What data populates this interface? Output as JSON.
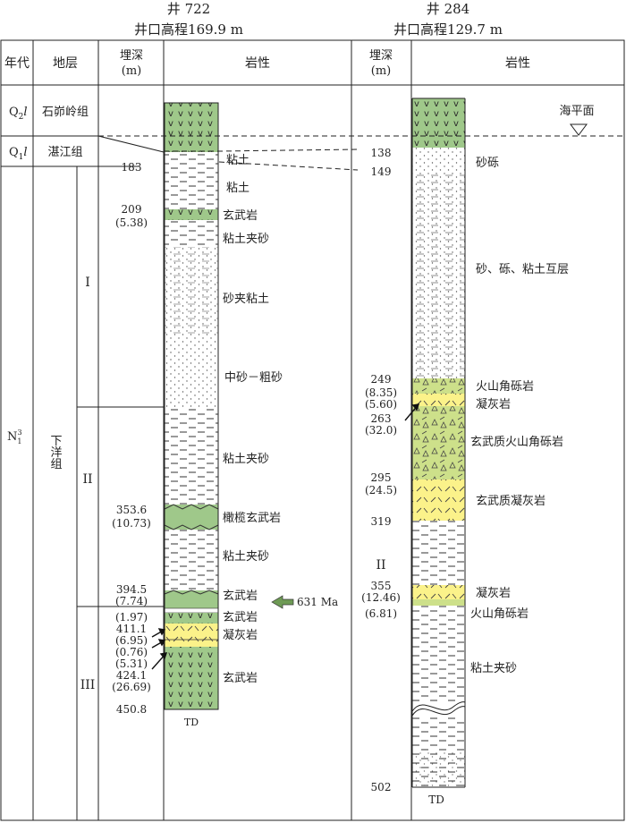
{
  "colors": {
    "basalt": "#9fc88a",
    "tuff": "#fbf28a",
    "breccia": "#cde08a",
    "line": "#222222",
    "arrow_green": "#6e9a55"
  },
  "header": {
    "w722_name": "井 722",
    "w722_elev": "井口高程169.9 m",
    "w284_name": "井 284",
    "w284_elev": "井口高程129.7 m"
  },
  "columns": {
    "era": "年代",
    "strata": "地层",
    "depth_a": "埋深",
    "depth_b": "(m)",
    "lith_a": "岩性",
    "depth2_a": "埋深",
    "depth2_b": "(m)",
    "lith_b": "岩性"
  },
  "formations": {
    "q2_main": "Q",
    "q2_sub": "2",
    "q2_italic": "l",
    "q2_name": "石峁岭组",
    "q1_main": "Q",
    "q1_sub": "1",
    "q1_italic": "l",
    "q1_name": "湛江组",
    "n_main": "N",
    "n_sub": "1",
    "n_sup": "3",
    "n_name": "下洋组",
    "unit_I": "I",
    "unit_II": "II",
    "unit_III": "III"
  },
  "well722": {
    "depths": [
      {
        "text": "183"
      },
      {
        "text": "209"
      },
      {
        "text": "(5.38)"
      },
      {
        "text": "353.6"
      },
      {
        "text": "(10.73)"
      },
      {
        "text": "394.5"
      },
      {
        "text": "(7.74)"
      },
      {
        "text": "(1.97)"
      },
      {
        "text": "411.1"
      },
      {
        "text": "(6.95)"
      },
      {
        "text": "(0.76)"
      },
      {
        "text": "(5.31)"
      },
      {
        "text": "424.1"
      },
      {
        "text": "(26.69)"
      },
      {
        "text": "450.8"
      }
    ],
    "lith_labels": [
      {
        "text": "粘土"
      },
      {
        "text": "粘土"
      },
      {
        "text": "玄武岩"
      },
      {
        "text": "粘土夹砂"
      },
      {
        "text": "砂夹粘土"
      },
      {
        "text": "中砂－粗砂"
      },
      {
        "text": "粘土夹砂"
      },
      {
        "text": "橄榄玄武岩"
      },
      {
        "text": "粘土夹砂"
      },
      {
        "text": "玄武岩"
      },
      {
        "text": "玄武岩"
      },
      {
        "text": "凝灰岩"
      },
      {
        "text": "玄武岩"
      }
    ],
    "age_label": "631 Ma",
    "td": "TD"
  },
  "well284": {
    "depths": [
      {
        "text": "138"
      },
      {
        "text": "149"
      },
      {
        "text": "249"
      },
      {
        "text": "(8.35)"
      },
      {
        "text": "(5.60)"
      },
      {
        "text": "263"
      },
      {
        "text": "(32.0)"
      },
      {
        "text": "295"
      },
      {
        "text": "(24.5)"
      },
      {
        "text": "319"
      },
      {
        "text": "355"
      },
      {
        "text": "(12.46)"
      },
      {
        "text": "(6.81)"
      },
      {
        "text": "502"
      }
    ],
    "unit_label": "II",
    "lith_labels": [
      {
        "text": "砂砾"
      },
      {
        "text": "砂、砾、粘土互层"
      },
      {
        "text": "火山角砾岩"
      },
      {
        "text": "凝灰岩"
      },
      {
        "text": "玄武质火山角砾岩"
      },
      {
        "text": "玄武质凝灰岩"
      },
      {
        "text": "凝灰岩"
      },
      {
        "text": "火山角砾岩"
      },
      {
        "text": "粘土夹砂"
      }
    ],
    "sea_level": "海平面",
    "td": "TD"
  }
}
